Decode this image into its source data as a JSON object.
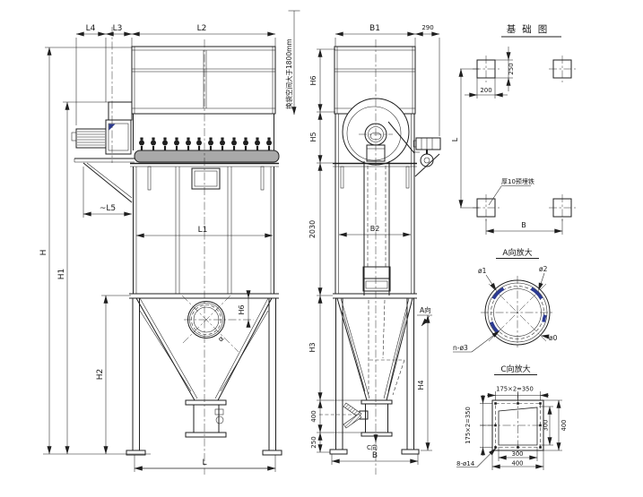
{
  "front": {
    "l4": "L4",
    "l3": "L3",
    "l2": "L2",
    "l5": "~L5",
    "h": "H",
    "h1": "H1",
    "h2": "H2",
    "l1": "L1",
    "h6": "H6",
    "alpha": "α",
    "l": "L",
    "clearance_note": "换袋空间大于1800mm"
  },
  "side": {
    "b1": "B1",
    "d290": "290",
    "h6": "H6",
    "h5": "H5",
    "d2030": "2030",
    "b2": "B2",
    "h3": "H3",
    "d400": "400",
    "d250": "250",
    "h4": "H4",
    "view_a_label": "A向",
    "view_c_label": "C向",
    "b": "B"
  },
  "foundation": {
    "title": "基础图",
    "d250": "250",
    "d200": "200",
    "l": "L",
    "b": "B",
    "embed_note": "厚10预埋铁"
  },
  "view_a": {
    "title": "A向放大",
    "phi1": "ø1",
    "phi2": "ø2",
    "phi_n3": "n-ø3",
    "phi0": "ø0"
  },
  "view_c": {
    "title": "C向放大",
    "pitch_top": "175×2=350",
    "pitch_left": "175×2=350",
    "inner_w": "300",
    "outer_w": "400",
    "inner_h": "300",
    "outer_h": "400",
    "holes": "8-ø14"
  },
  "colors": {
    "line": "#1f1f1f",
    "accent_blue": "#2b3a92",
    "manifold_gray": "#a9a9a9",
    "background": "#ffffff"
  }
}
